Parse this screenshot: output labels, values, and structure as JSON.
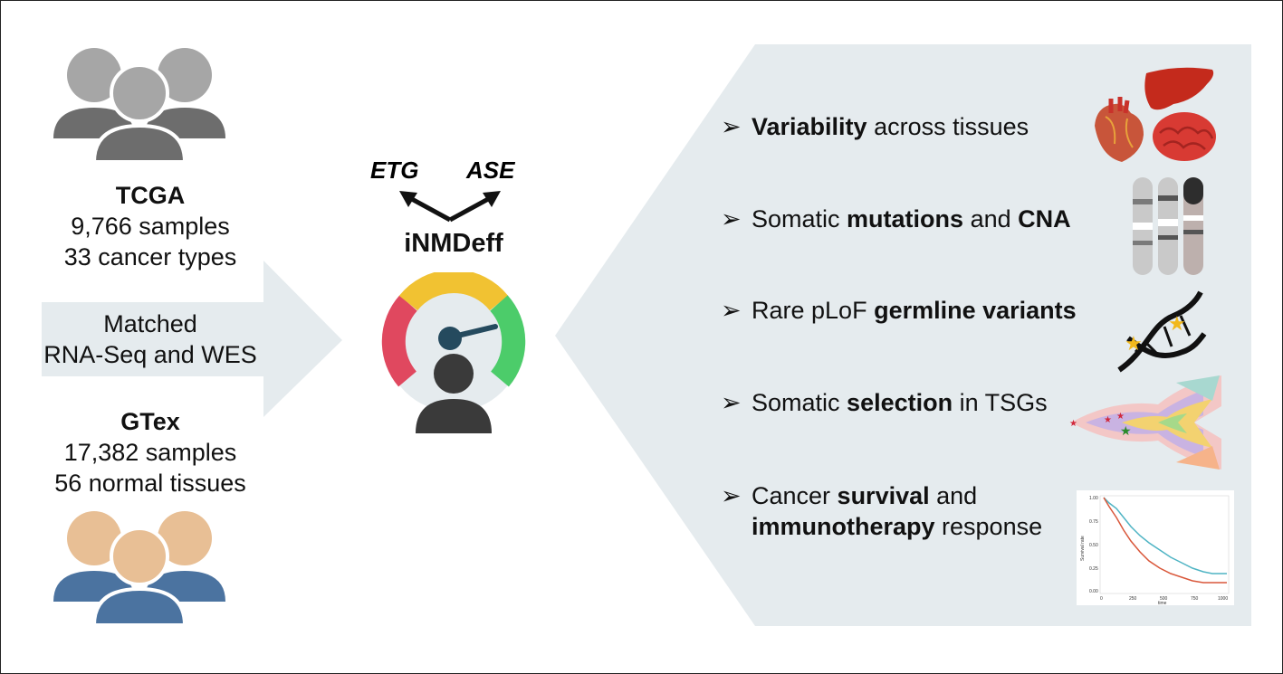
{
  "left": {
    "tcga": {
      "title": "TCGA",
      "line1": "9,766 samples",
      "line2": "33 cancer types"
    },
    "matched": {
      "line1": "Matched",
      "line2": "RNA-Seq and WES"
    },
    "gtex": {
      "title": "GTex",
      "line1": "17,382 samples",
      "line2": "56 normal tissues"
    }
  },
  "center": {
    "etg": "ETG",
    "ase": "ASE",
    "name": "iNMDeff"
  },
  "bullets": [
    {
      "bold1": "Variability",
      "rest1": " across tissues"
    },
    {
      "pre": "Somatic ",
      "bold1": "mutations",
      "mid": " and ",
      "bold2": "CNA"
    },
    {
      "pre": "Rare pLoF ",
      "bold1": "germline variants"
    },
    {
      "pre": "Somatic ",
      "bold1": "selection",
      "rest1": " in TSGs"
    },
    {
      "pre": "Cancer ",
      "bold1": "survival",
      "rest1": " and",
      "bold2": "immunotherapy",
      "rest2": " response"
    }
  ],
  "survival_plot": {
    "ylabel": "Survival rate",
    "xlabel": "time",
    "yticks": [
      "1.00",
      "0.75",
      "0.50",
      "0.25",
      "0.00"
    ],
    "xticks": [
      "0",
      "250",
      "500",
      "750",
      "1000"
    ]
  },
  "colors": {
    "panel": "#e5ebee",
    "tcga_people": "#8c8c8c",
    "gtex_skin": "#e8bf95",
    "gtex_body": "#4b73a0",
    "gauge_red": "#e0485f",
    "gauge_yellow": "#f1c232",
    "gauge_green": "#4ccc6a",
    "gauge_needle": "#254a5e"
  },
  "icons": [
    "tcga-people-icon",
    "gtex-people-icon",
    "gauge-icon",
    "organs-icon",
    "chromosomes-icon",
    "dna-icon",
    "clonal-evolution-icon"
  ]
}
